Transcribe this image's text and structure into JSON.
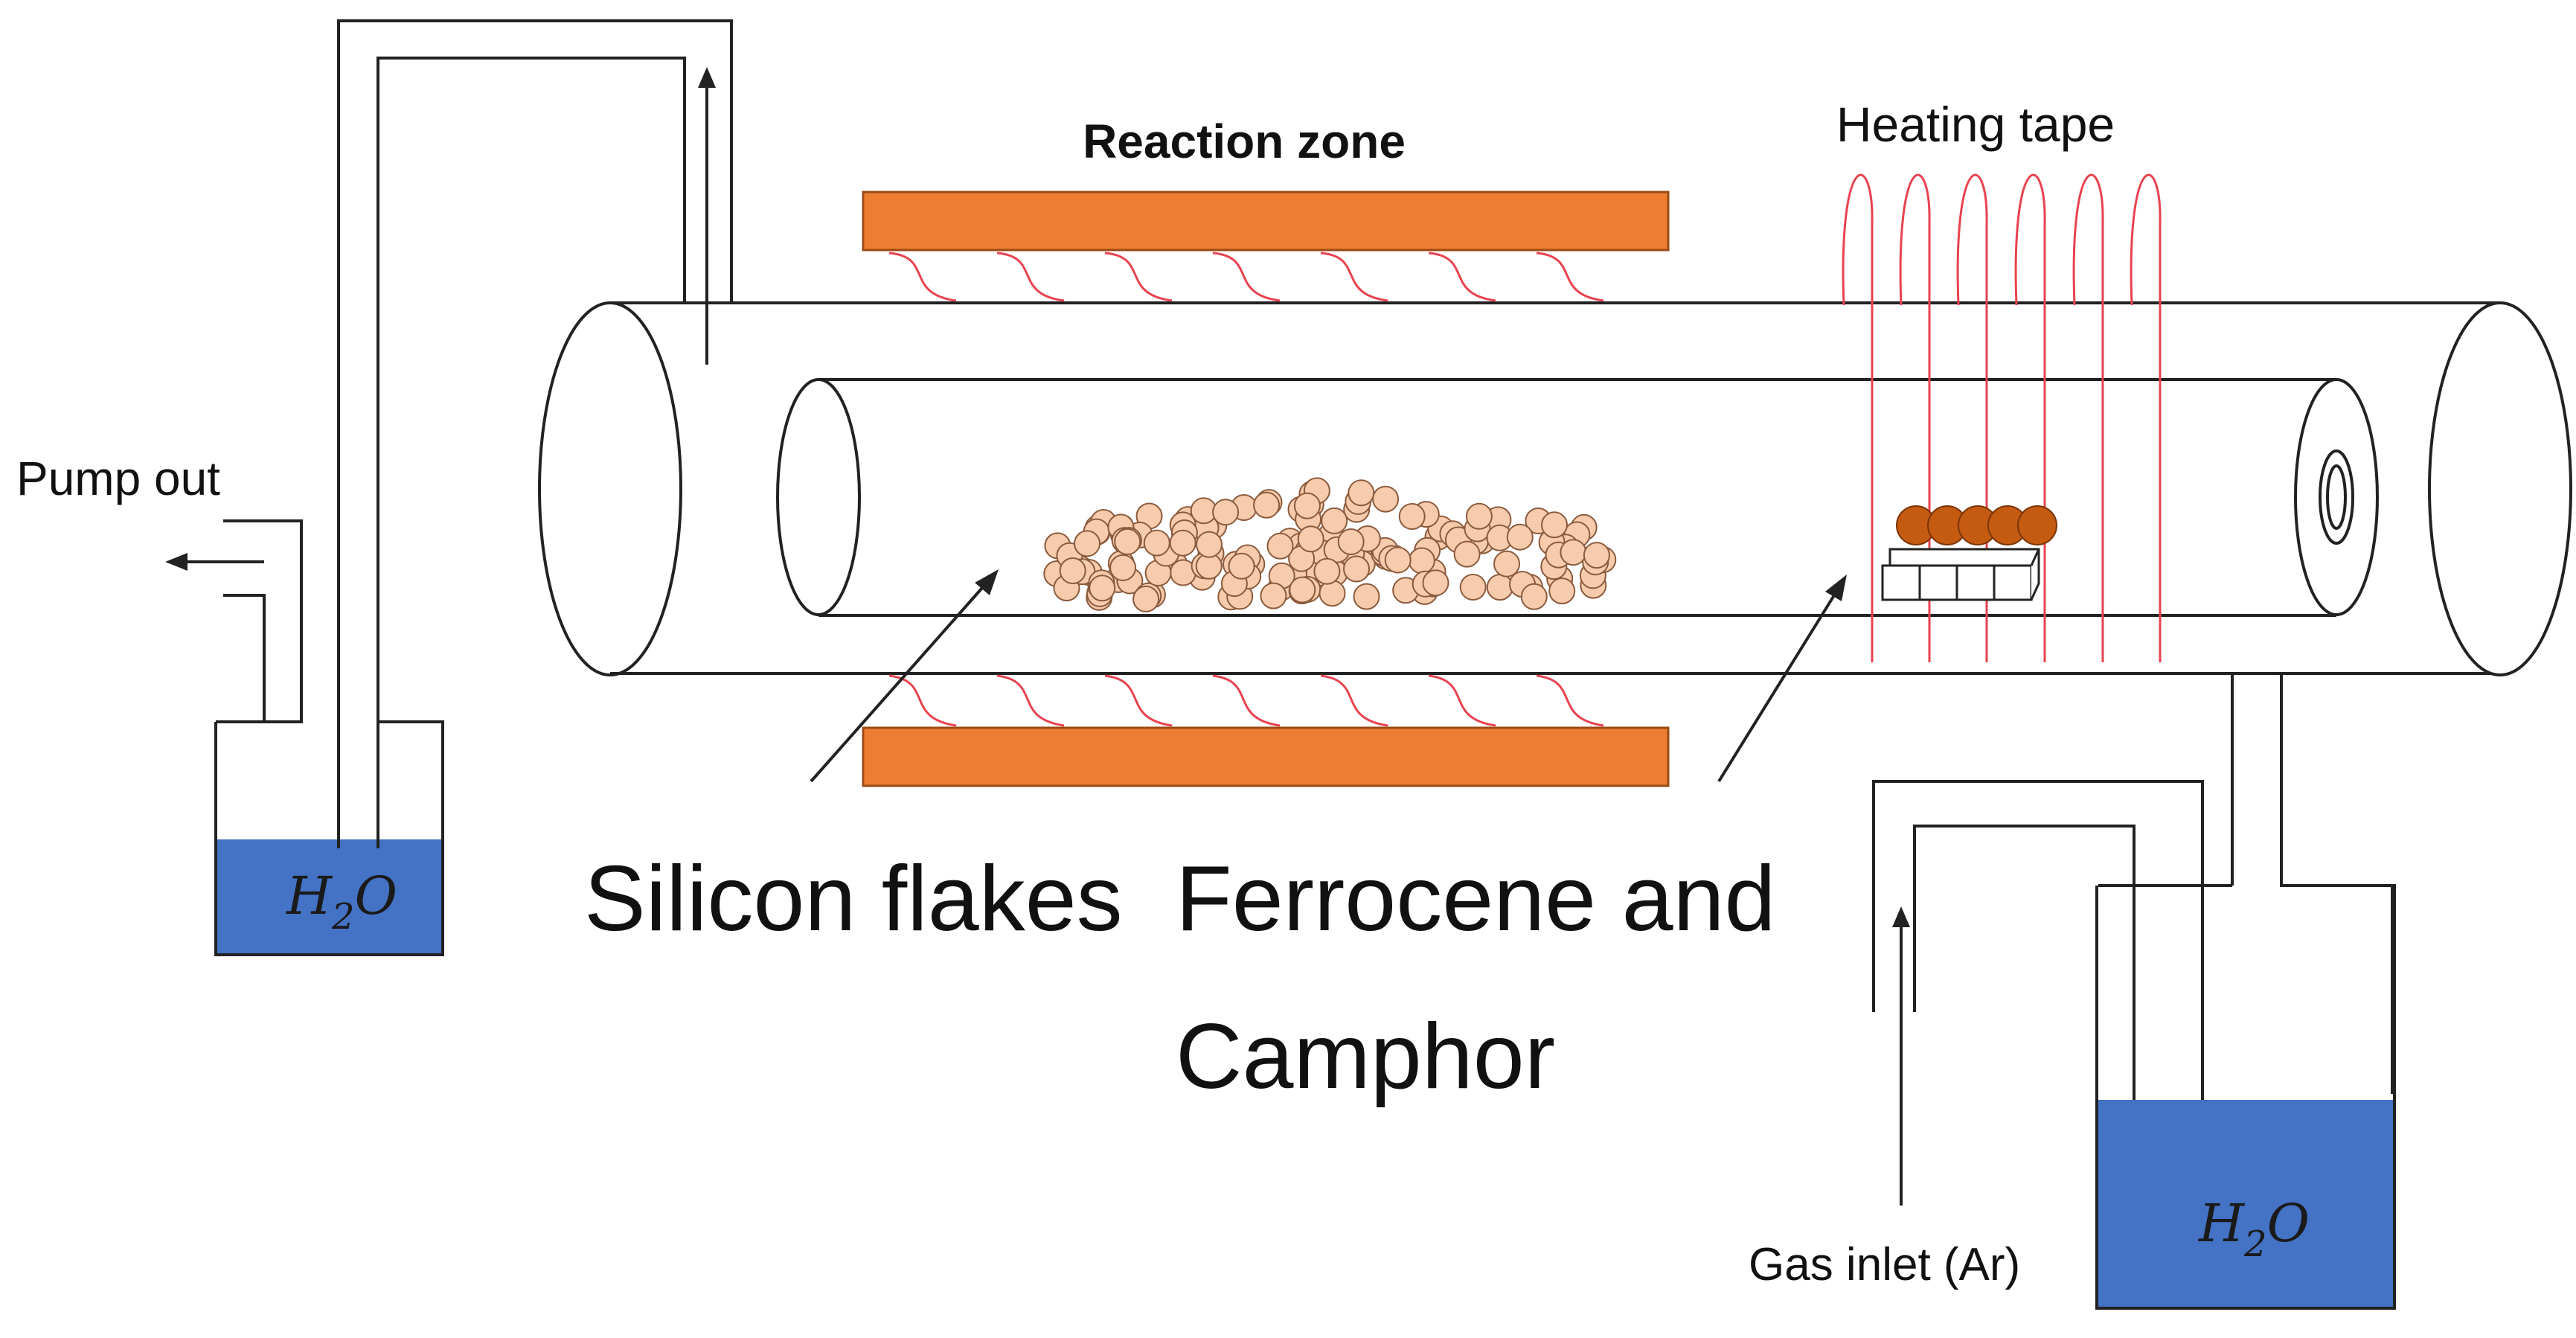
{
  "labels": {
    "reaction_zone": "Reaction zone",
    "heating_tape": "Heating tape",
    "pump_out": "Pump out",
    "silicon_flakes": "Silicon flakes",
    "ferrocene_line1": "Ferrocene and",
    "ferrocene_line2": "Camphor",
    "gas_inlet": "Gas inlet (Ar)",
    "water_left_main": "H",
    "water_left_sub": "2",
    "water_left_tail": "O",
    "water_right_main": "H",
    "water_right_sub": "2",
    "water_right_tail": "O"
  },
  "colors": {
    "heater": "#ed7d31",
    "heater_stroke": "#9a4a14",
    "coil": "#e8434f",
    "water": "#4472c4",
    "particle_fill": "#f8cbad",
    "particle_stroke": "#8a5a3c",
    "catalyst_ball": "#c55a11",
    "line": "#222222"
  }
}
